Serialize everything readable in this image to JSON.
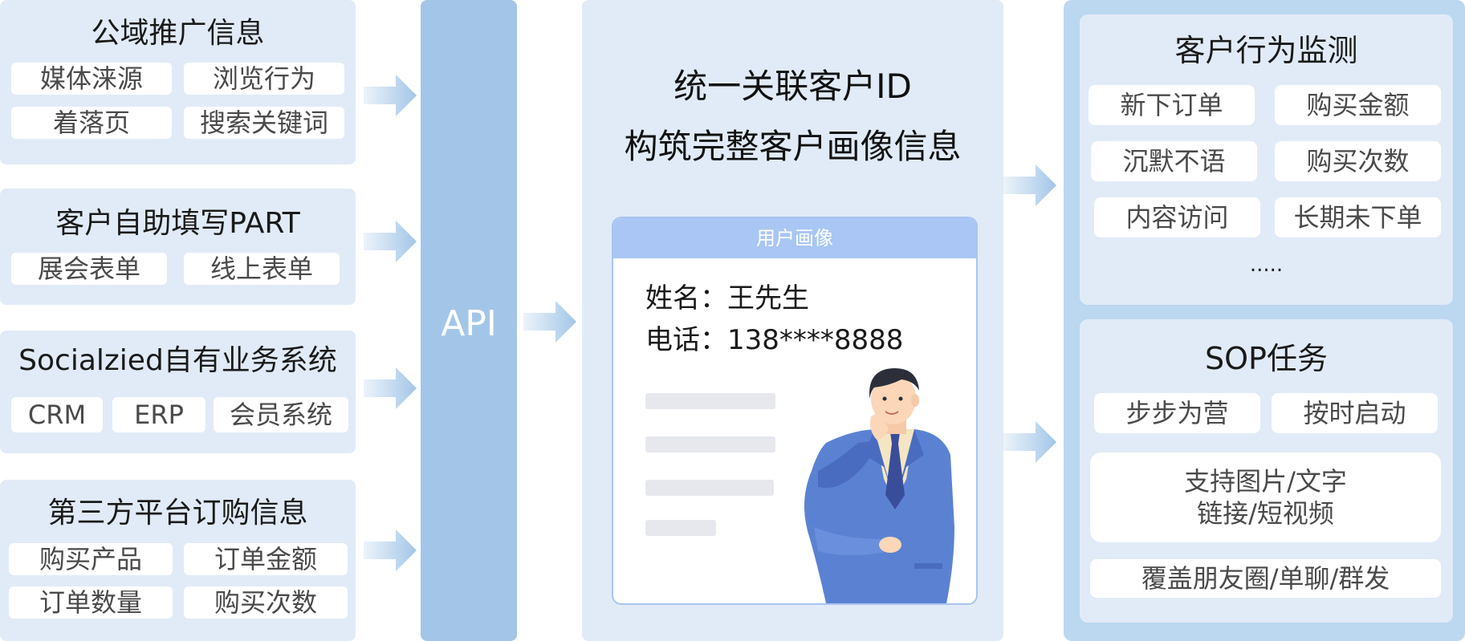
{
  "sources": [
    {
      "title": "公域推广信息",
      "items": [
        "媒体涞源",
        "浏览行为",
        "着落页",
        "搜索关键词"
      ]
    },
    {
      "title": "客户自助填写PART",
      "items": [
        "展会表单",
        "线上表单"
      ]
    },
    {
      "title": "Socialzied自有业务系统",
      "items": [
        "CRM",
        "ERP",
        "会员系统"
      ]
    },
    {
      "title": "第三方平台订购信息",
      "items": [
        "购买产品",
        "订单金额",
        "订单数量",
        "购买次数"
      ]
    }
  ],
  "api": {
    "label": "API"
  },
  "center": {
    "title_line1": "统一关联客户ID",
    "title_line2": "构筑完整客户画像信息",
    "card": {
      "header": "用户画像",
      "name": "姓名：王先生",
      "phone": "电话：138****8888"
    }
  },
  "behavior": {
    "title": "客户行为监测",
    "items": [
      "新下订单",
      "购买金额",
      "沉默不语",
      "购买次数",
      "内容访问",
      "长期未下单"
    ],
    "more": "....."
  },
  "sop": {
    "title": "SOP任务",
    "items": [
      "步步为营",
      "按时启动"
    ],
    "support_line1": "支持图片/文字",
    "support_line2": "链接/短视频",
    "coverage": "覆盖朋友圈/单聊/群发"
  },
  "colors": {
    "panel": "#e1ebf7",
    "api_bar": "#a3c6e8",
    "right_panel": "#bcd7f0",
    "card_header": "#a9c6f4",
    "suit": "#5b82d2",
    "tie": "#3a4d9a"
  }
}
